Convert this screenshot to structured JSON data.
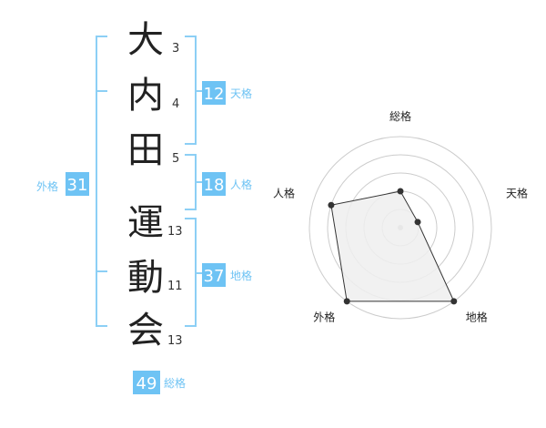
{
  "name_chars": [
    {
      "char": "大",
      "strokes": "3"
    },
    {
      "char": "内",
      "strokes": "4"
    },
    {
      "char": "田",
      "strokes": "5"
    },
    {
      "char": "運",
      "strokes": "13"
    },
    {
      "char": "動",
      "strokes": "11"
    },
    {
      "char": "会",
      "strokes": "13"
    }
  ],
  "fortunes": {
    "tenkaku": {
      "value": "12",
      "label": "天格"
    },
    "jinkaku": {
      "value": "18",
      "label": "人格"
    },
    "chikaku": {
      "value": "37",
      "label": "地格"
    },
    "gaikaku": {
      "value": "31",
      "label": "外格"
    },
    "soukaku": {
      "value": "49",
      "label": "総格"
    }
  },
  "colors": {
    "accent": "#6ec3f4",
    "bracket": "#8ccff5",
    "radar_fill": "#eeeeee",
    "radar_ring": "#cccccc",
    "radar_line": "#333333"
  },
  "chart_data": {
    "type": "radar",
    "axes": [
      "総格",
      "天格",
      "地格",
      "外格",
      "人格"
    ],
    "values": [
      2,
      1,
      5,
      5,
      4
    ],
    "range": [
      0,
      5
    ],
    "rings": 5
  }
}
